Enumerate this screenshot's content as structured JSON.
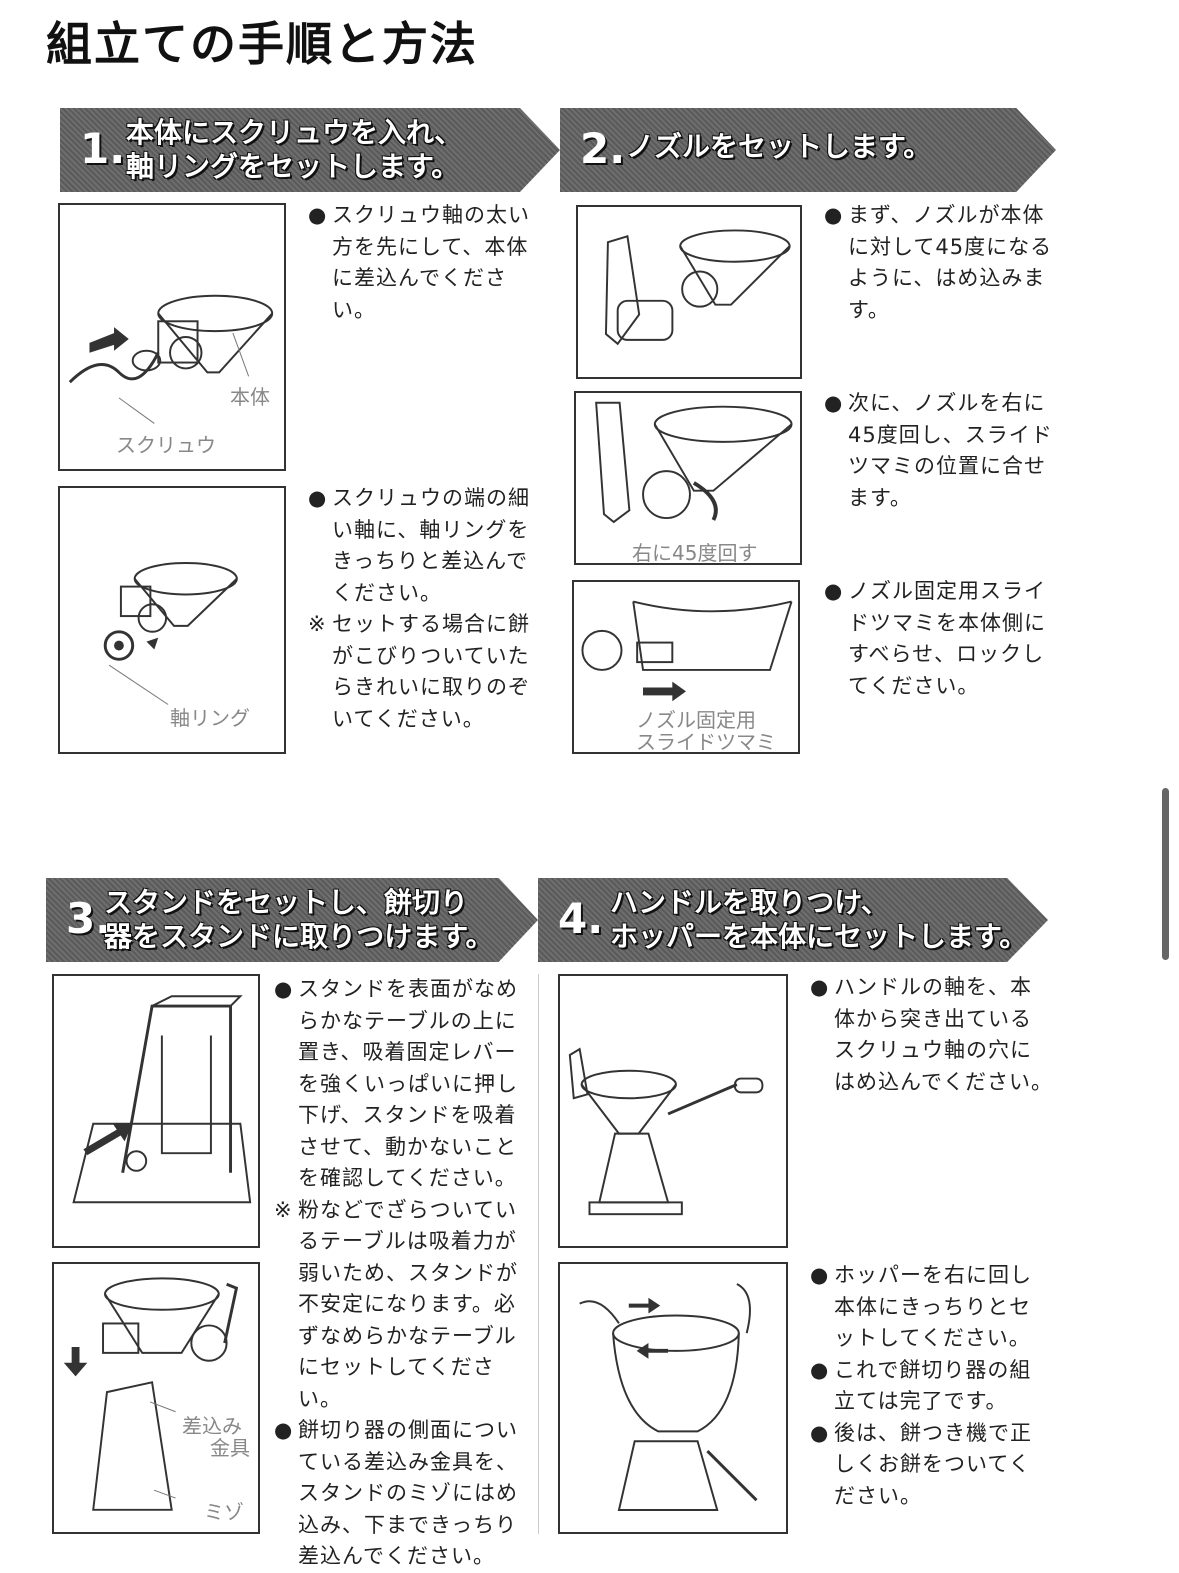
{
  "title": "組立ての手順と方法",
  "steps": {
    "s1": {
      "num": "1.",
      "line1": "本体にスクリュウを入れ、",
      "line2": "軸リングをセットします。",
      "block1": {
        "bullet": "●",
        "text": "スクリュウ軸の太い\n方を先にして、本体\nに差込んでください。"
      },
      "fig1": {
        "label_a": "本体",
        "label_b": "スクリュウ"
      },
      "block2": {
        "bullet": "●",
        "text": "スクリュウの端の細\nい軸に、軸リングを\nきっちりと差込んで\nください。"
      },
      "block2b": {
        "bullet": "※",
        "text": "セットする場合に餅\nがこびりついていた\nらきれいに取りのぞ\nいてください。"
      },
      "fig2": {
        "label_a": "軸リング"
      }
    },
    "s2": {
      "num": "2.",
      "line1": "ノズルをセットします。",
      "block1": {
        "bullet": "●",
        "text": "まず、ノズルが本体\nに対して45度になる\nように、はめ込みま\nす。"
      },
      "block2": {
        "bullet": "●",
        "text": "次に、ノズルを右に\n45度回し、スライド\nツマミの位置に合せ\nます。"
      },
      "fig2": {
        "label_a": "右に45度回す"
      },
      "block3": {
        "bullet": "●",
        "text": "ノズル固定用スライ\nドツマミを本体側に\nすべらせ、ロックし\nてください。"
      },
      "fig3": {
        "label_a": "ノズル固定用",
        "label_b": "スライドツマミ"
      }
    },
    "s3": {
      "num": "3.",
      "line1": "スタンドをセットし、餅切り",
      "line2": "器をスタンドに取りつけます。",
      "block1": {
        "bullet": "●",
        "text": "スタンドを表面がなめ\nらかなテーブルの上に\n置き、吸着固定レバー\nを強くいっぱいに押し\n下げ、スタンドを吸着\nさせて、動かないこと\nを確認してください。"
      },
      "block1b": {
        "bullet": "※",
        "text": "粉などでざらついてい\nるテーブルは吸着力が\n弱いため、スタンドが\n不安定になります。必\nずなめらかなテーブル\nにセットしてください。"
      },
      "block2": {
        "bullet": "●",
        "text": "餅切り器の側面につい\nている差込み金具を、\nスタンドのミゾにはめ\n込み、下まできっちり\n差込んでください。"
      },
      "fig2": {
        "label_a": "差込み",
        "label_b": "金具",
        "label_c": "ミゾ"
      }
    },
    "s4": {
      "num": "4.",
      "line1": "ハンドルを取りつけ、",
      "line2": "ホッパーを本体にセットします。",
      "block1": {
        "bullet": "●",
        "text": "ハンドルの軸を、本\n体から突き出ている\nスクリュウ軸の穴に\nはめ込んでください。"
      },
      "block2": {
        "bullet": "●",
        "text": "ホッパーを右に回し\n本体にきっちりとセ\nットしてください。"
      },
      "block3": {
        "bullet": "●",
        "text": "これで餅切り器の組\n立ては完了です。"
      },
      "block4": {
        "bullet": "●",
        "text": "後は、餅つき機で正\nしくお餅をついてく\nださい。"
      }
    }
  }
}
